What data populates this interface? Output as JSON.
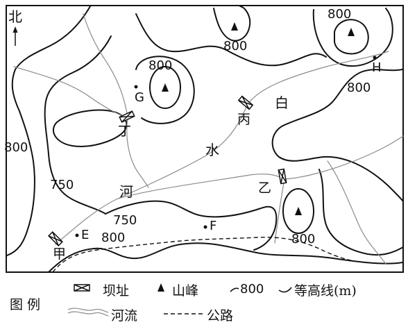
{
  "map": {
    "north_label": "北",
    "contour_labels": {
      "c800_top_center": "800",
      "c800_top_right": "800",
      "c800_upper_left": "800",
      "c800_right_mid": "800",
      "c800_left": "800",
      "c750_left": "750",
      "c750_bottom": "750",
      "c800_bottom_left": "800",
      "c800_bottom_right": "800"
    },
    "river_chars": [
      "白",
      "水",
      "河"
    ],
    "dam_labels": [
      "丁",
      "丙",
      "乙",
      "甲"
    ],
    "point_labels": [
      "G",
      "H",
      "E",
      "F"
    ]
  },
  "legend": {
    "title": "图 例",
    "items": [
      {
        "icon": "dam-site-icon",
        "label": "坝址"
      },
      {
        "icon": "mountain-peak-icon",
        "label": "山峰"
      },
      {
        "icon": "contour-line-icon",
        "label": "等高线(m)",
        "sample_value": "800"
      },
      {
        "icon": "river-icon",
        "label": "河流"
      },
      {
        "icon": "road-icon",
        "label": "公路"
      }
    ]
  }
}
